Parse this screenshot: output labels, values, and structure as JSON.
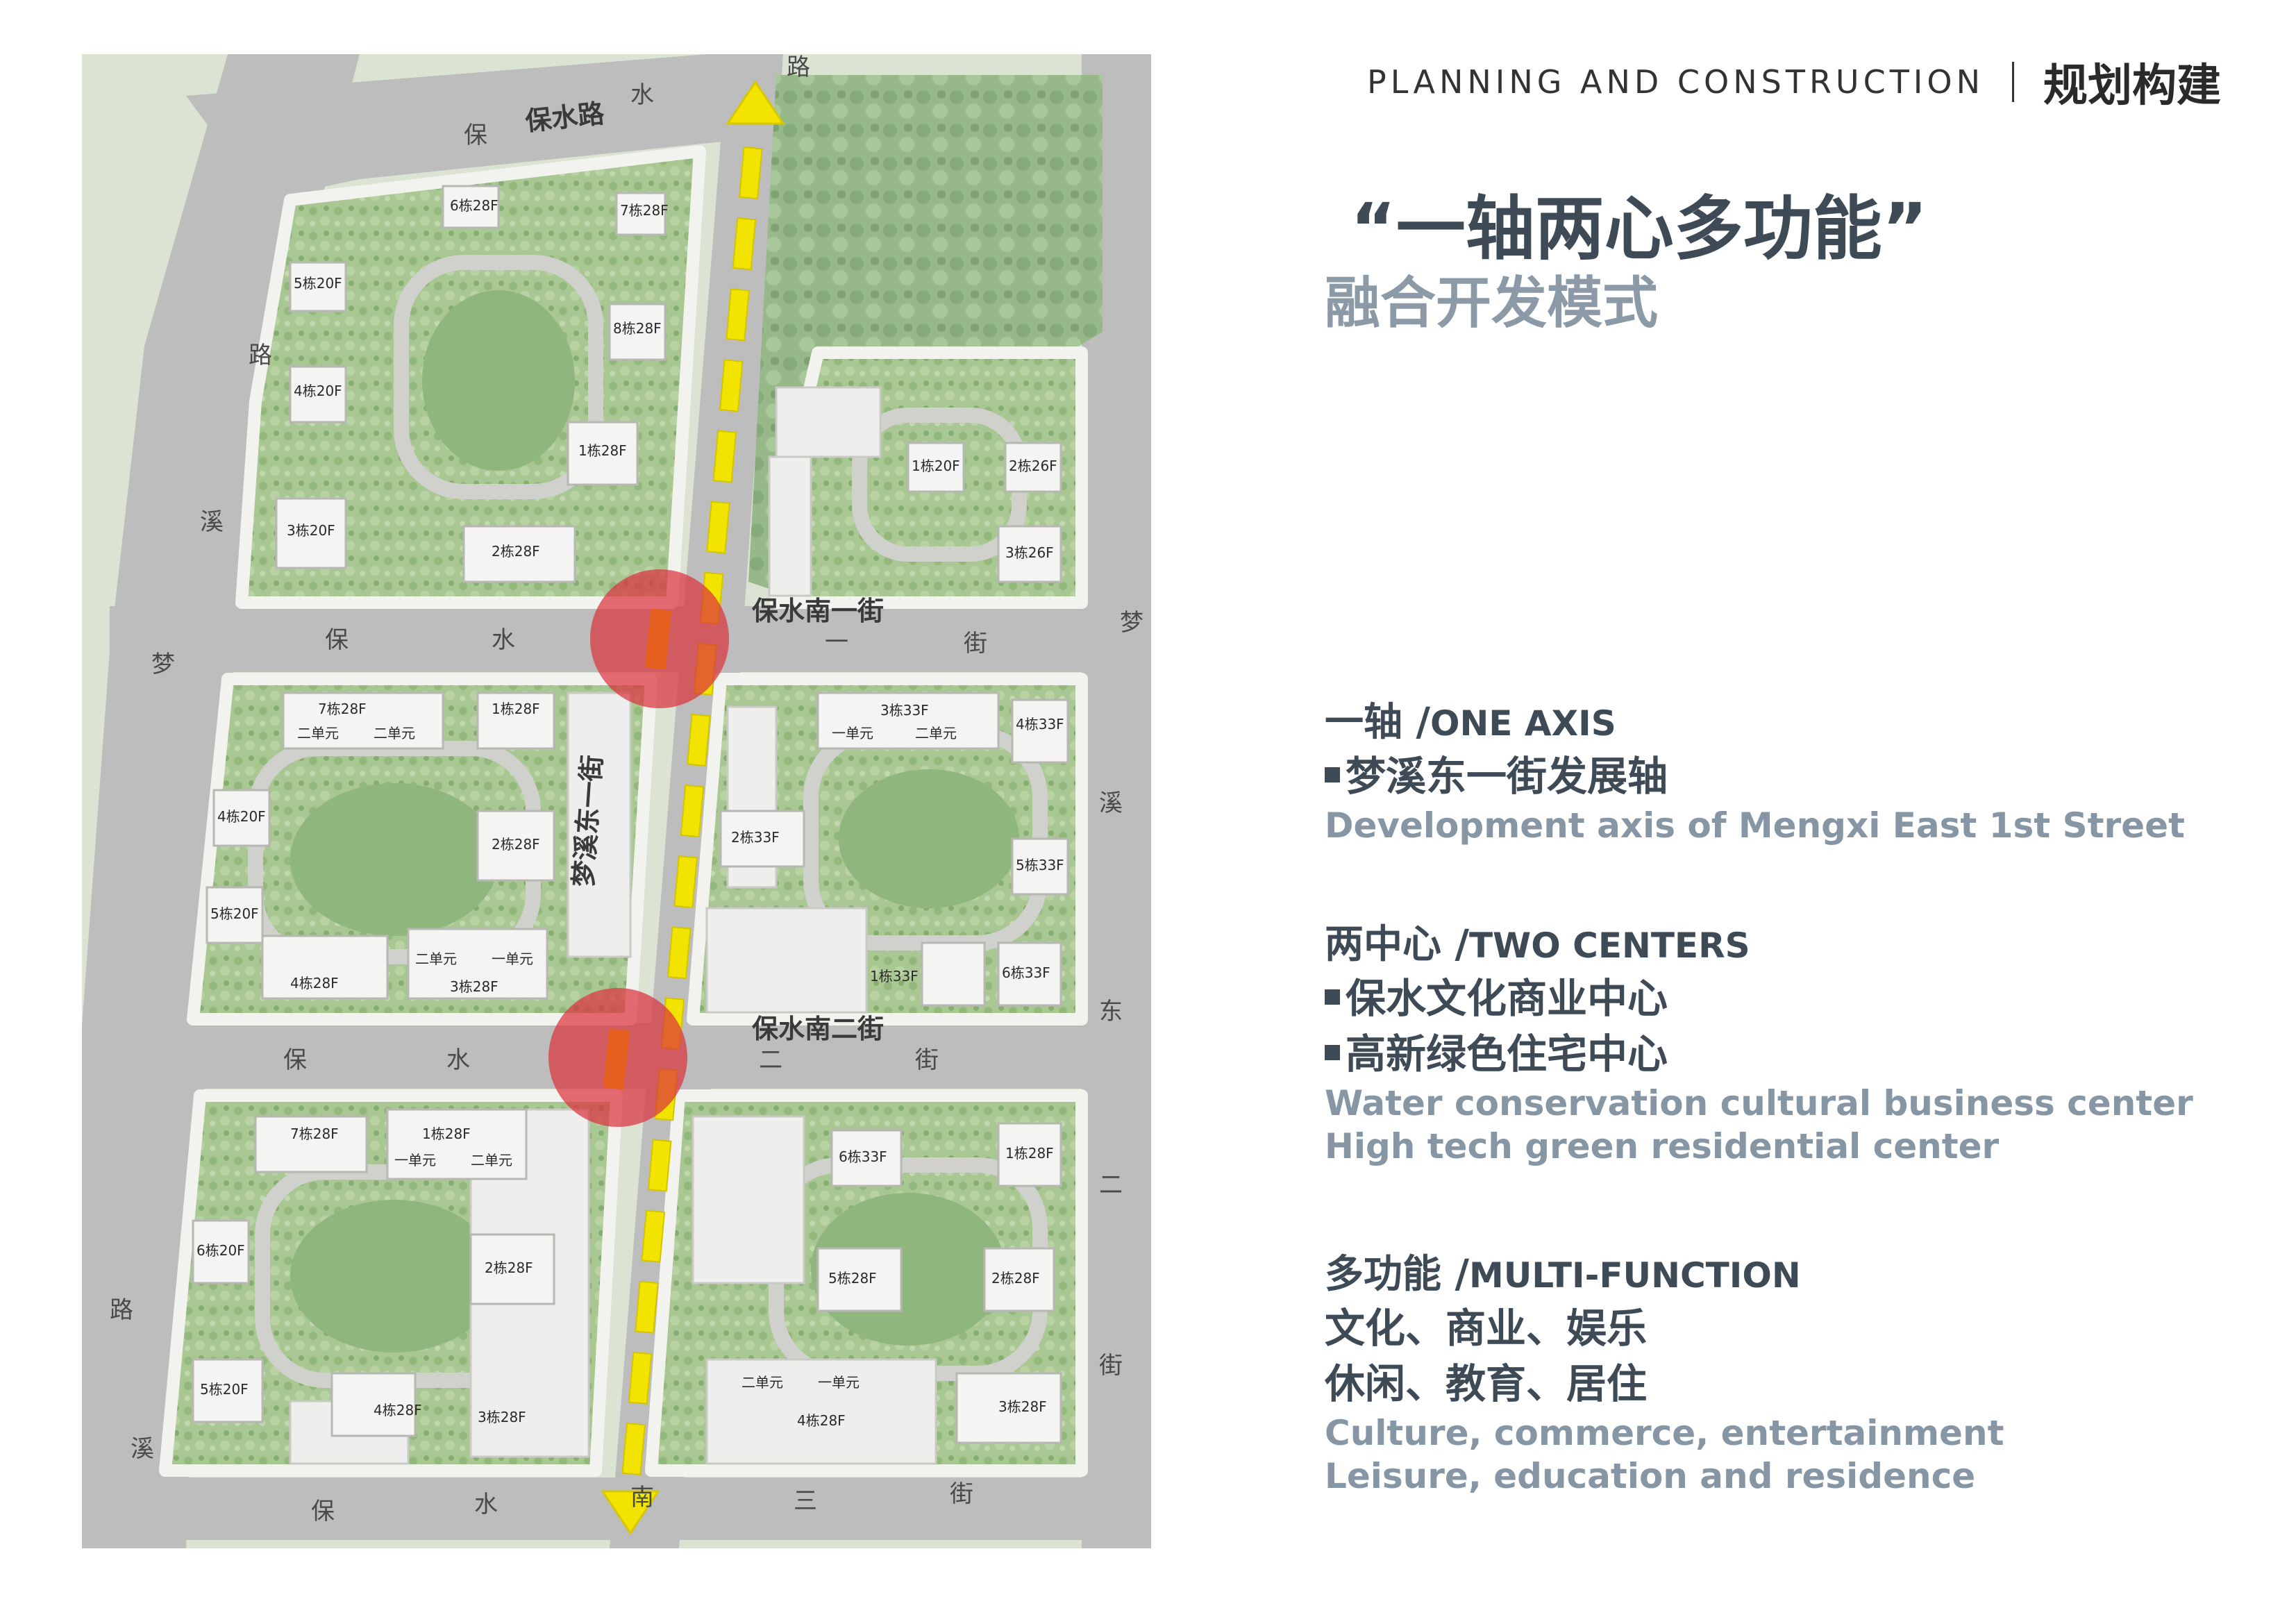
{
  "header": {
    "title_en": "PLANNING AND CONSTRUCTION",
    "title_cn": "规划构建"
  },
  "headline": "“一轴两心多功能”",
  "subheadline": "融合开发模式",
  "sections": [
    {
      "title_cn": "一轴 /",
      "title_en": "ONE AXIS",
      "items_cn": [
        "梦溪东一街发展轴"
      ],
      "desc_en": [
        "Development axis of Mengxi East 1st Street"
      ]
    },
    {
      "title_cn": "两中心 /",
      "title_en": "TWO CENTERS",
      "items_cn": [
        "保水文化商业中心",
        "高新绿色住宅中心"
      ],
      "desc_en": [
        "Water conservation cultural business center",
        "High tech green residential center"
      ]
    },
    {
      "title_cn": "多功能 /",
      "title_en": "MULTI-FUNCTION",
      "lines_cn": [
        "文化、商业、娱乐",
        "休闲、教育、居住"
      ],
      "desc_en": [
        "Culture, commerce, entertainment",
        "Leisure, education and residence"
      ]
    }
  ],
  "map": {
    "street_labels": {
      "baoshui_road": "保水路",
      "south_1st": "保水南一街",
      "south_2nd": "保水南二街",
      "axis_street": "梦溪东一街"
    },
    "road_chars": {
      "top_road": [
        "保",
        "水",
        "路"
      ],
      "west_road": [
        "梦",
        "溪",
        "路"
      ],
      "west_road_lower": [
        "路",
        "溪"
      ],
      "east_road": [
        "梦",
        "溪",
        "东",
        "二",
        "街"
      ],
      "row1": [
        "保",
        "水",
        "一",
        "街"
      ],
      "row2": [
        "保",
        "水",
        "二",
        "街"
      ],
      "row3": [
        "保",
        "水",
        "南",
        "三",
        "街"
      ]
    },
    "building_labels": [
      "6栋28F",
      "7栋28F",
      "5栋20F",
      "8栋28F",
      "4栋20F",
      "1栋28F",
      "3栋20F",
      "2栋28F",
      "1栋20F",
      "2栋26F",
      "3栋26F",
      "7栋28F",
      "1栋28F",
      "二单元",
      "二单元",
      "4栋20F",
      "2栋28F",
      "5栋20F",
      "4栋28F",
      "3栋28F",
      "二单元",
      "一单元",
      "3栋33F",
      "一单元",
      "二单元",
      "4栋33F",
      "2栋33F",
      "5栋33F",
      "1栋33F",
      "6栋33F",
      "7栋28F",
      "1栋28F",
      "一单元",
      "二单元",
      "6栋20F",
      "2栋28F",
      "5栋20F",
      "4栋28F",
      "3栋28F",
      "6栋33F",
      "1栋28F",
      "5栋28F",
      "2栋28F",
      "二单元",
      "一单元",
      "4栋28F",
      "3栋28F"
    ],
    "colors": {
      "axis_dash": "#f2e400",
      "center_circle": "#d9333d",
      "center_core": "#e5601f",
      "green": "#a6c58f",
      "road": "#bcbcbc"
    }
  }
}
